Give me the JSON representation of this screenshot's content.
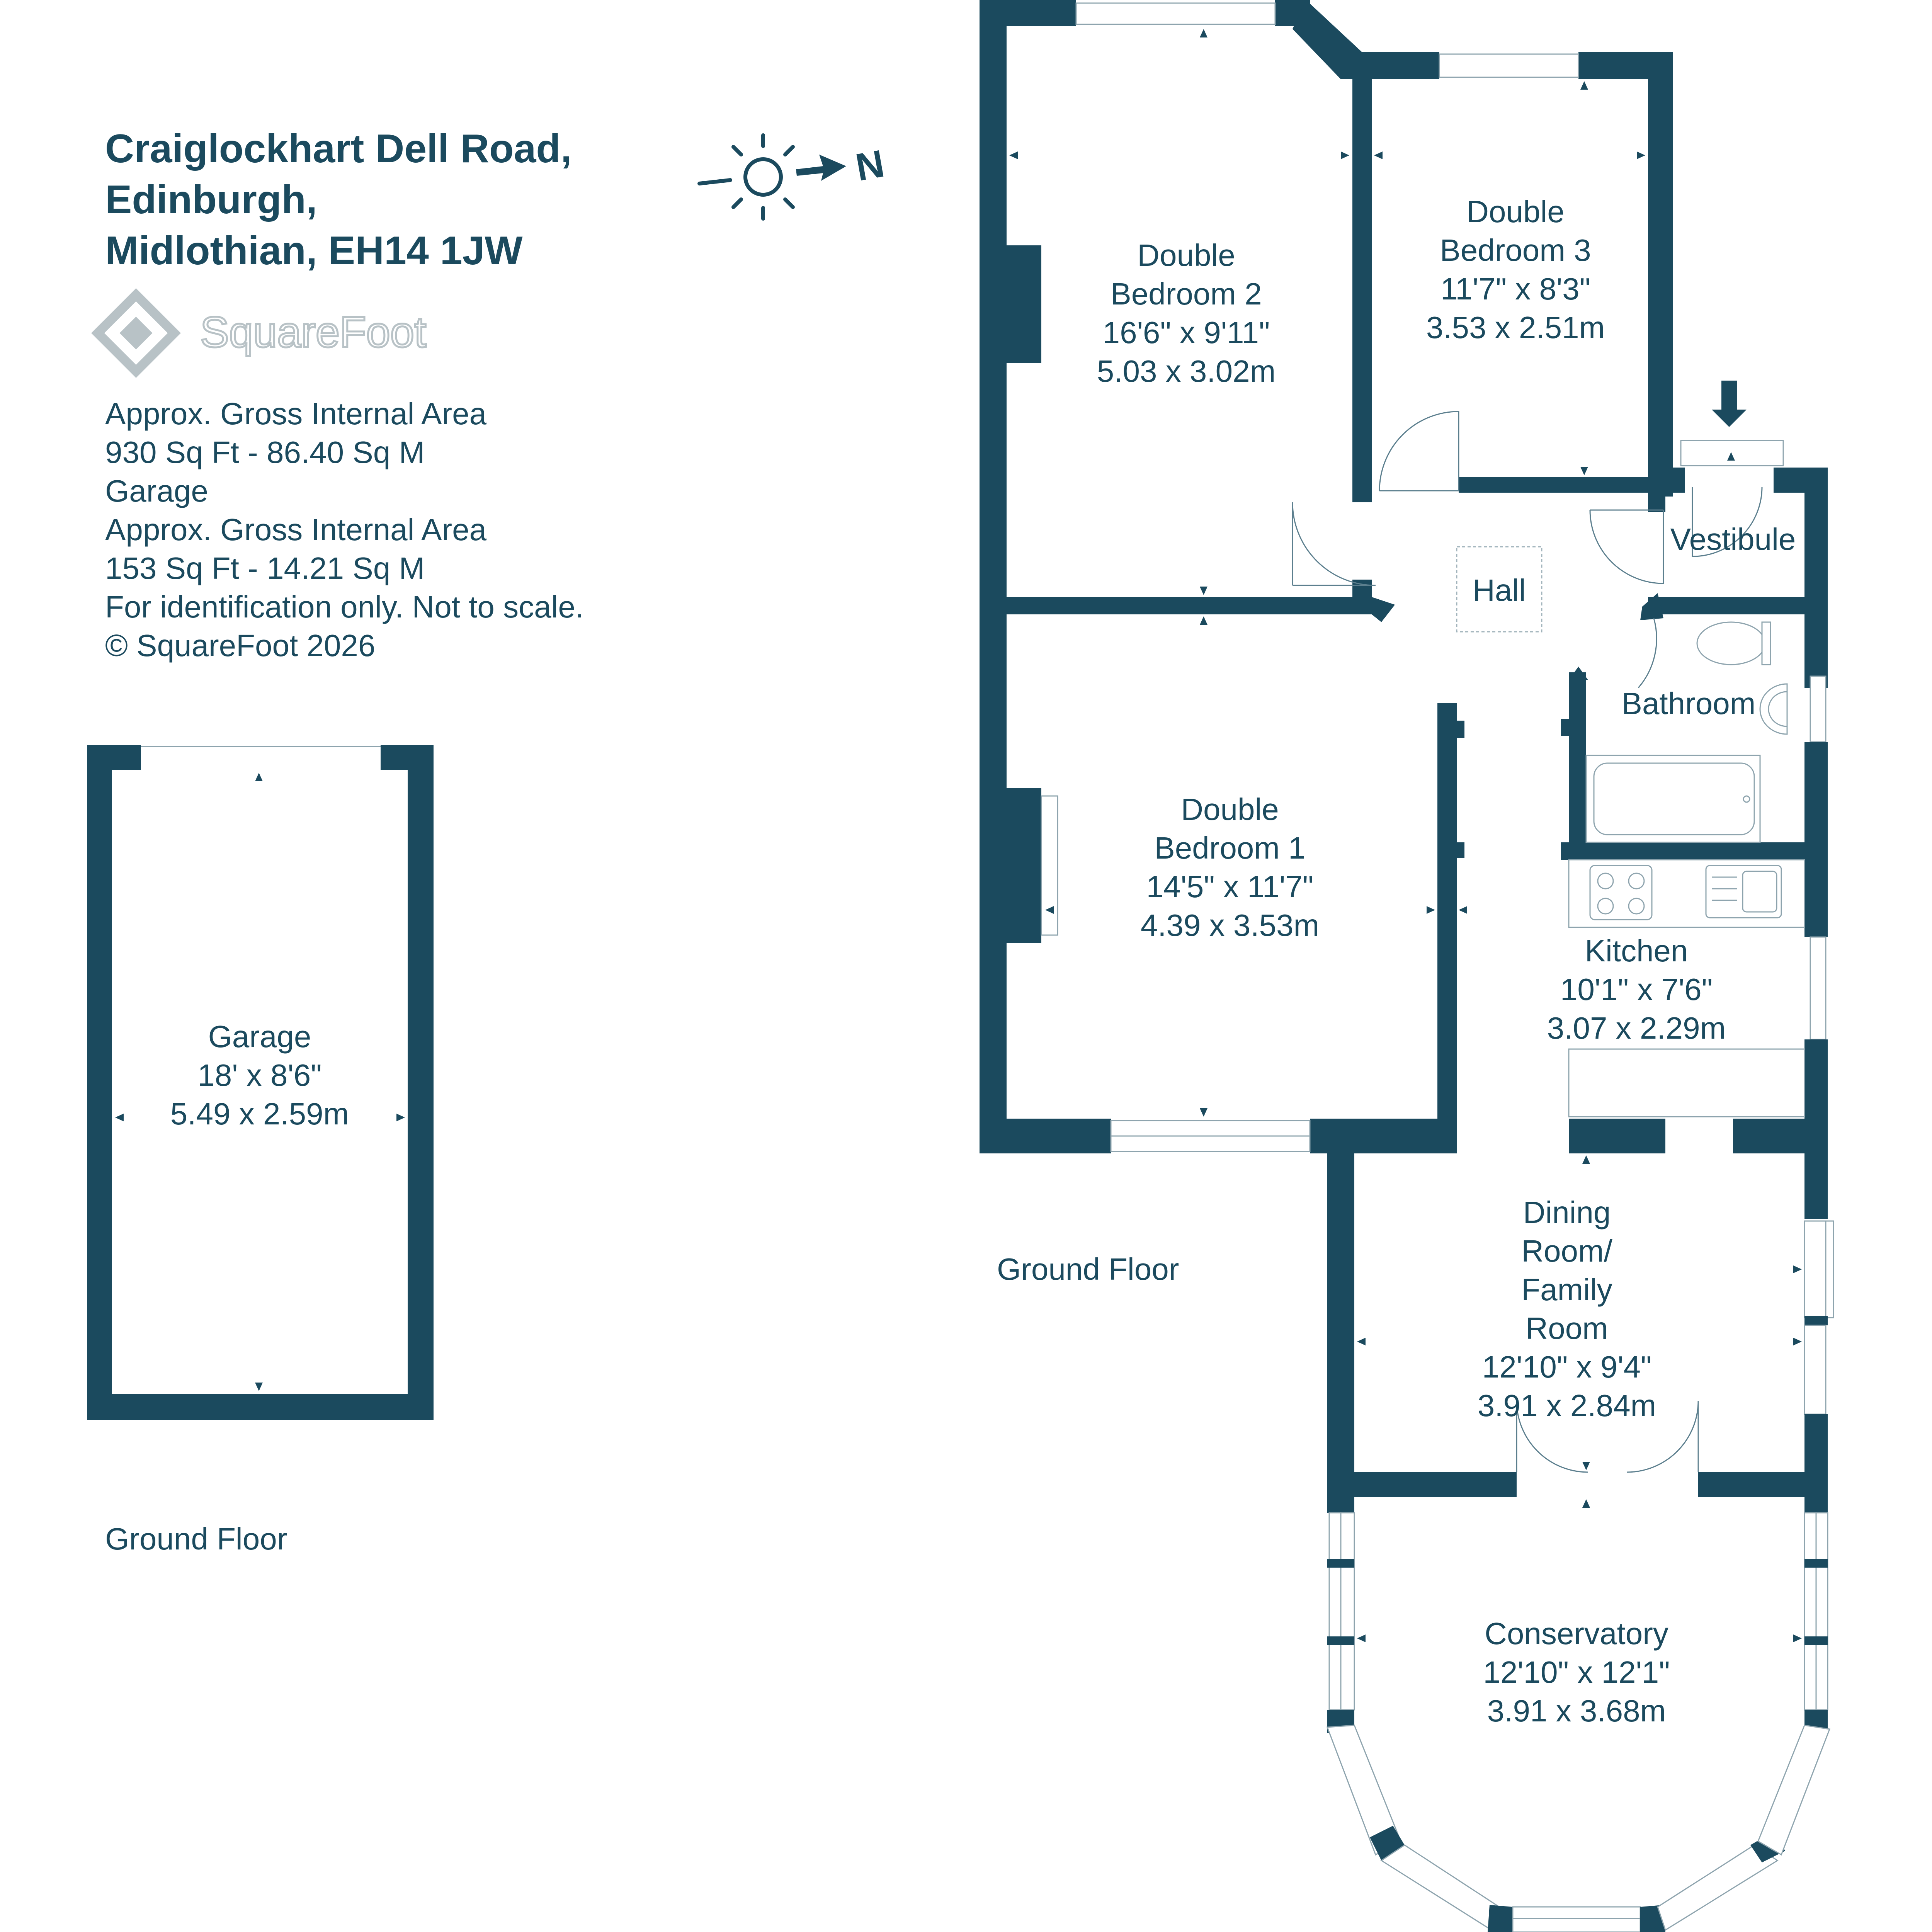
{
  "address": {
    "line1": "Craiglockhart Dell Road,",
    "line2": "Edinburgh,",
    "line3": "Midlothian, EH14 1JW"
  },
  "logo": {
    "text": "SquareFoot"
  },
  "compass": {
    "label": "N"
  },
  "area_info": [
    "Approx. Gross Internal Area",
    "930 Sq Ft  -  86.40 Sq M",
    "Garage",
    "Approx. Gross Internal Area",
    "153 Sq Ft  -  14.21 Sq M",
    "For identification only. Not to scale.",
    "© SquareFoot 2026"
  ],
  "rooms": {
    "bedroom2": [
      "Double",
      "Bedroom 2",
      "16'6\" x 9'11\"",
      "5.03 x 3.02m"
    ],
    "bedroom3": [
      "Double",
      "Bedroom 3",
      "11'7\" x 8'3\"",
      "3.53 x 2.51m"
    ],
    "bedroom1": [
      "Double",
      "Bedroom 1",
      "14'5\" x 11'7\"",
      "4.39 x 3.53m"
    ],
    "hall": "Hall",
    "vestibule": "Vestibule",
    "bathroom": "Bathroom",
    "kitchen": [
      "Kitchen",
      "10'1\" x 7'6\"",
      "3.07 x 2.29m"
    ],
    "dining": [
      "Dining",
      "Room/",
      "Family",
      "Room",
      "12'10\" x 9'4\"",
      "3.91 x 2.84m"
    ],
    "conservatory": [
      "Conservatory",
      "12'10\" x 12'1\"",
      "3.91 x 3.68m"
    ],
    "garage": [
      "Garage",
      "18' x 8'6\"",
      "5.49 x 2.59m"
    ]
  },
  "floor_labels": {
    "main": "Ground Floor",
    "garage": "Ground Floor"
  },
  "colors": {
    "wall": "#1b4a5e",
    "text": "#1b4a5e",
    "background": "#ffffff"
  }
}
